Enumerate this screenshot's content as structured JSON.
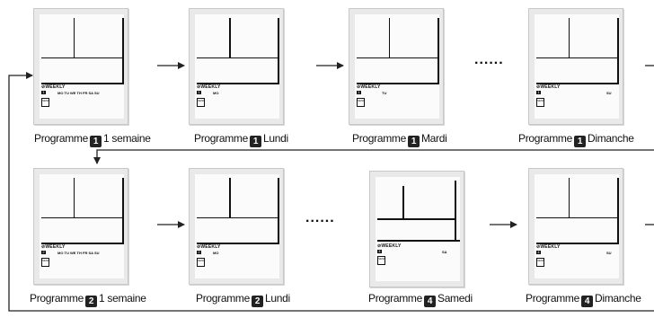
{
  "screens": [
    {
      "weekly": "⊘WEEKLY",
      "prog": "1",
      "days": "MO TU WE TH FR SA SU",
      "send": "SEND",
      "caption": {
        "prefix": "Programme",
        "badge": "1",
        "suffix": "1 semaine"
      }
    },
    {
      "weekly": "⊘WEEKLY",
      "prog": "1",
      "days": "MO",
      "send": "SEND",
      "caption": {
        "prefix": "Programme",
        "badge": "1",
        "suffix": "Lundi"
      }
    },
    {
      "weekly": "⊘WEEKLY",
      "prog": "1",
      "days": "TU",
      "send": "SEND",
      "caption": {
        "prefix": "Programme",
        "badge": "1",
        "suffix": "Mardi"
      }
    },
    {
      "weekly": "⊘WEEKLY",
      "prog": "1",
      "days": "SU",
      "send": "SEND",
      "caption": {
        "prefix": "Programme",
        "badge": "1",
        "suffix": "Dimanche"
      }
    },
    {
      "weekly": "⊘WEEKLY",
      "prog": "2",
      "days": "MO TU WE TH FR SA SU",
      "send": "SEND",
      "caption": {
        "prefix": "Programme",
        "badge": "2",
        "suffix": "1 semaine"
      }
    },
    {
      "weekly": "⊘WEEKLY",
      "prog": "2",
      "days": "MO",
      "send": "SEND",
      "caption": {
        "prefix": "Programme",
        "badge": "2",
        "suffix": "Lundi"
      }
    },
    {
      "weekly": "⊘WEEKLY",
      "prog": "4",
      "days": "SA",
      "send": "SEND",
      "caption": {
        "prefix": "Programme",
        "badge": "4",
        "suffix": "Samedi"
      }
    },
    {
      "weekly": "⊘WEEKLY",
      "prog": "4",
      "days": "SU",
      "send": "SEND",
      "caption": {
        "prefix": "Programme",
        "badge": "4",
        "suffix": "Dimanche"
      }
    }
  ],
  "ellipsis": [
    "......",
    "......"
  ],
  "icons": {
    "arrow": "arrow-right-icon",
    "loop": "loop-arrow-icon"
  }
}
